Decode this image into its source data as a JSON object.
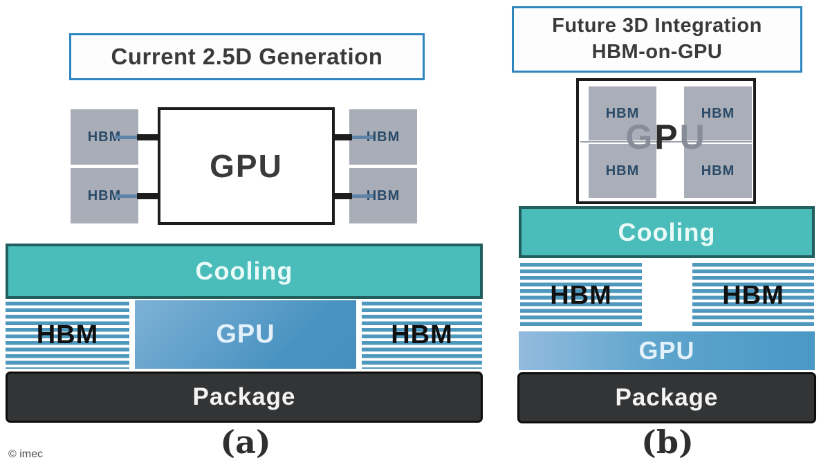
{
  "panel_a": {
    "title": "Current 2.5D Generation",
    "caption": "(a)",
    "top_view": {
      "gpu_label": "GPU",
      "hbm_labels": [
        "HBM",
        "HBM",
        "HBM",
        "HBM"
      ]
    },
    "cross_section": {
      "cooling_label": "Cooling",
      "hbm_left_label": "HBM",
      "gpu_label": "GPU",
      "hbm_right_label": "HBM",
      "package_label": "Package"
    }
  },
  "panel_b": {
    "title_line1": "Future 3D Integration",
    "title_line2": "HBM-on-GPU",
    "caption": "(b)",
    "top_view": {
      "gpu_letters": {
        "g": "G",
        "p": "P",
        "u": "U"
      },
      "hbm_labels": [
        "HBM",
        "HBM",
        "HBM",
        "HBM"
      ]
    },
    "cross_section": {
      "cooling_label": "Cooling",
      "hbm_left_label": "HBM",
      "hbm_right_label": "HBM",
      "gpu_label": "GPU",
      "package_label": "Package"
    }
  },
  "footer": {
    "copyright": "© imec"
  },
  "colors": {
    "title_border_blue": "#2e86c1",
    "cooling_fill": "#4abcba",
    "cooling_border": "#235e5e",
    "stripe_blue": "#4f98bd",
    "gpu_gradient_light": "#93bbde",
    "gpu_gradient_dark": "#4a98c6",
    "package_fill": "#333435",
    "hbm_block_gray": "#a8adb8",
    "hbm_text_navy": "#2b4a68",
    "dark_text": "#3a3a3a"
  }
}
